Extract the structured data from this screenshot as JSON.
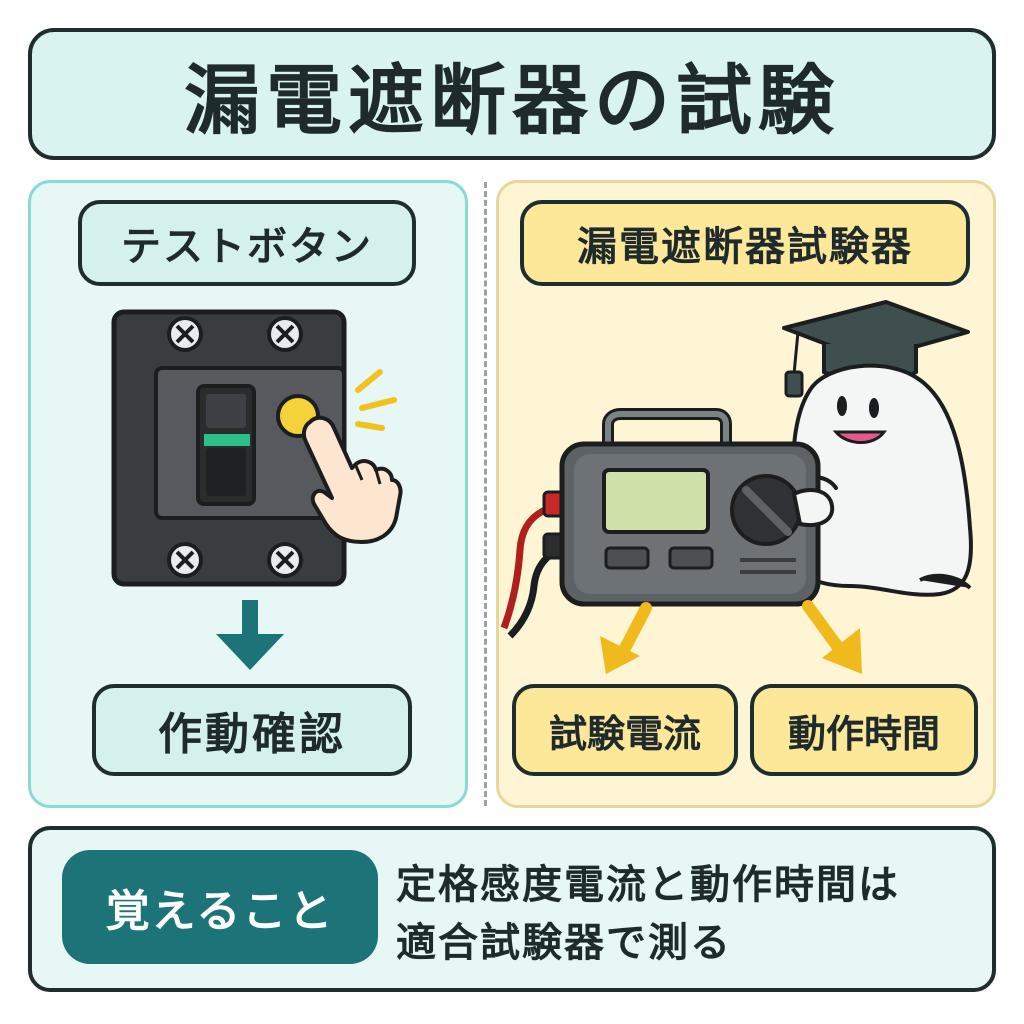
{
  "title": "漏電遮断器の試験",
  "left_panel": {
    "label": "テストボタン",
    "result_label": "作動確認"
  },
  "right_panel": {
    "label": "漏電遮断器試験器",
    "results": [
      "試験電流",
      "動作時間"
    ]
  },
  "note": {
    "badge": "覚えること",
    "lines": [
      "定格感度電流と動作時間は",
      "適合試験器で測る"
    ]
  },
  "colors": {
    "teal_dark": "#1d7478",
    "teal_light": "#d4f1ee",
    "yellow_light": "#fde89a",
    "arrow_yellow": "#f0b91c",
    "indicator_green": "#2fbf8a"
  },
  "icons": [
    "breaker-icon",
    "pointing-hand-icon",
    "down-arrow-icon",
    "tester-device-icon",
    "ghost-mascot-icon",
    "graduation-cap-icon"
  ]
}
